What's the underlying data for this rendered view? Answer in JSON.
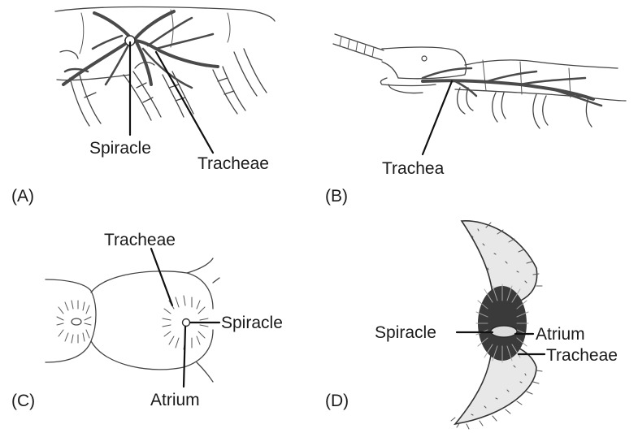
{
  "panels": {
    "a": {
      "letter": "(A)",
      "labels": {
        "spiracle": "Spiracle",
        "tracheae": "Tracheae"
      }
    },
    "b": {
      "letter": "(B)",
      "labels": {
        "trachea": "Trachea"
      }
    },
    "c": {
      "letter": "(C)",
      "labels": {
        "tracheae": "Tracheae",
        "spiracle": "Spiracle",
        "atrium": "Atrium"
      }
    },
    "d": {
      "letter": "(D)",
      "labels": {
        "spiracle": "Spiracle",
        "atrium": "Atrium",
        "tracheae": "Tracheae"
      }
    }
  }
}
